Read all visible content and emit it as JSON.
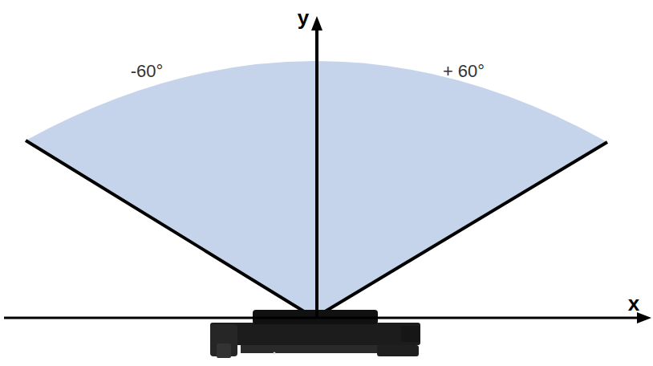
{
  "diagram": {
    "labels": [
      "y",
      "-60°",
      "+ 60°",
      "x"
    ]
  }
}
